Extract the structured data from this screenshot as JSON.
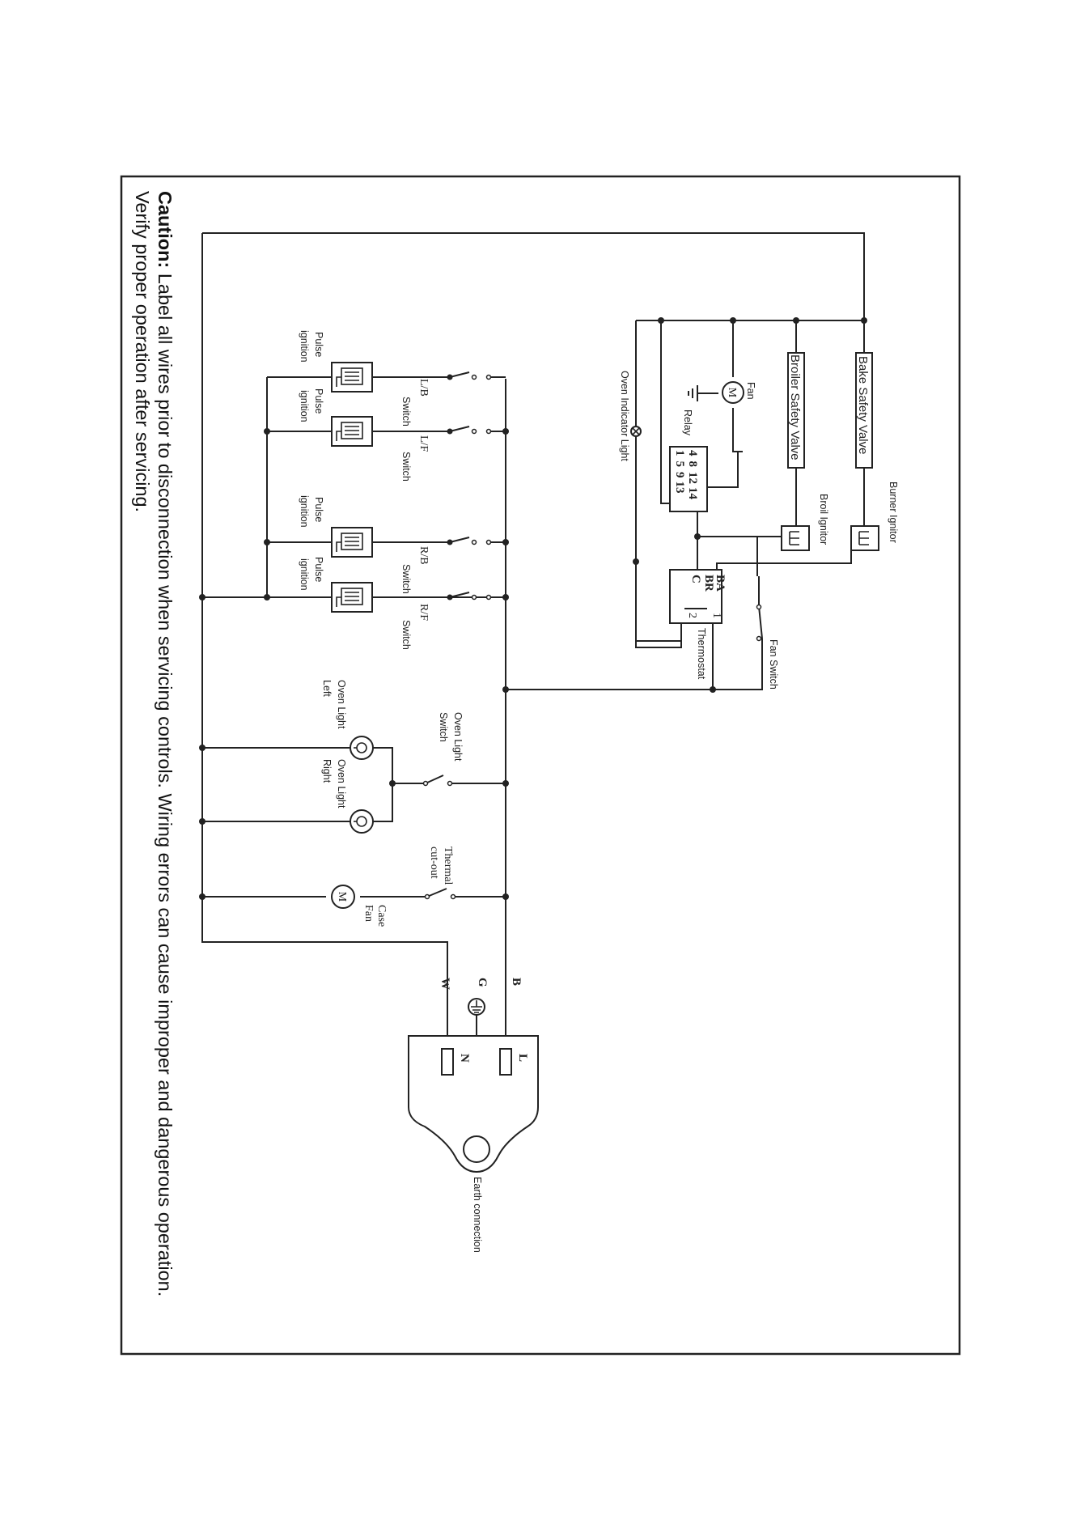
{
  "caution": {
    "heading": "Caution:",
    "line1": "Label all wires prior to disconnection when servicing controls. Wiring errors can cause improper and dangerous operation.",
    "line2": "Verify proper operation after servicing."
  },
  "labels": {
    "bake_safety_valve": "Bake Safety Valve",
    "broiler_safety_valve": "Broiler Safety Valve",
    "burner_ignitor": "Burner Ignitor",
    "broil_ignitor": "Broil Ignitor",
    "fan": "Fan",
    "relay": "Relay",
    "oven_indicator_light": "Oven Indicator Light",
    "thermostat": "Thermostat",
    "fan_switch": "Fan Switch",
    "oven_light_switch_1": "Oven Light",
    "oven_light_switch_2": "Switch",
    "oven_light_left_1": "Oven Light",
    "oven_light_left_2": "Left",
    "oven_light_right_1": "Oven Light",
    "oven_light_right_2": "Right",
    "thermal_cutout_1": "Thermal",
    "thermal_cutout_2": "cut-out",
    "case_fan_1": "Case",
    "case_fan_2": "Fan",
    "earth_connection": "Earth connection",
    "pulse": "Pulse",
    "ignition": "ignition",
    "switch": "Switch",
    "lb": "L/B",
    "lf": "L/F",
    "rb": "R/B",
    "rf": "R/F",
    "wire_b": "B",
    "wire_g": "G",
    "wire_w": "W",
    "plug_l": "L",
    "plug_n": "N",
    "motor": "M"
  },
  "relay_pins": {
    "row1": [
      "4",
      "8",
      "12",
      "14"
    ],
    "row2": [
      "1",
      "5",
      "9",
      "13"
    ]
  },
  "thermostat_pins": {
    "ba": "BA",
    "br": "BR",
    "c": "C",
    "p1": "1",
    "p2": "2"
  }
}
